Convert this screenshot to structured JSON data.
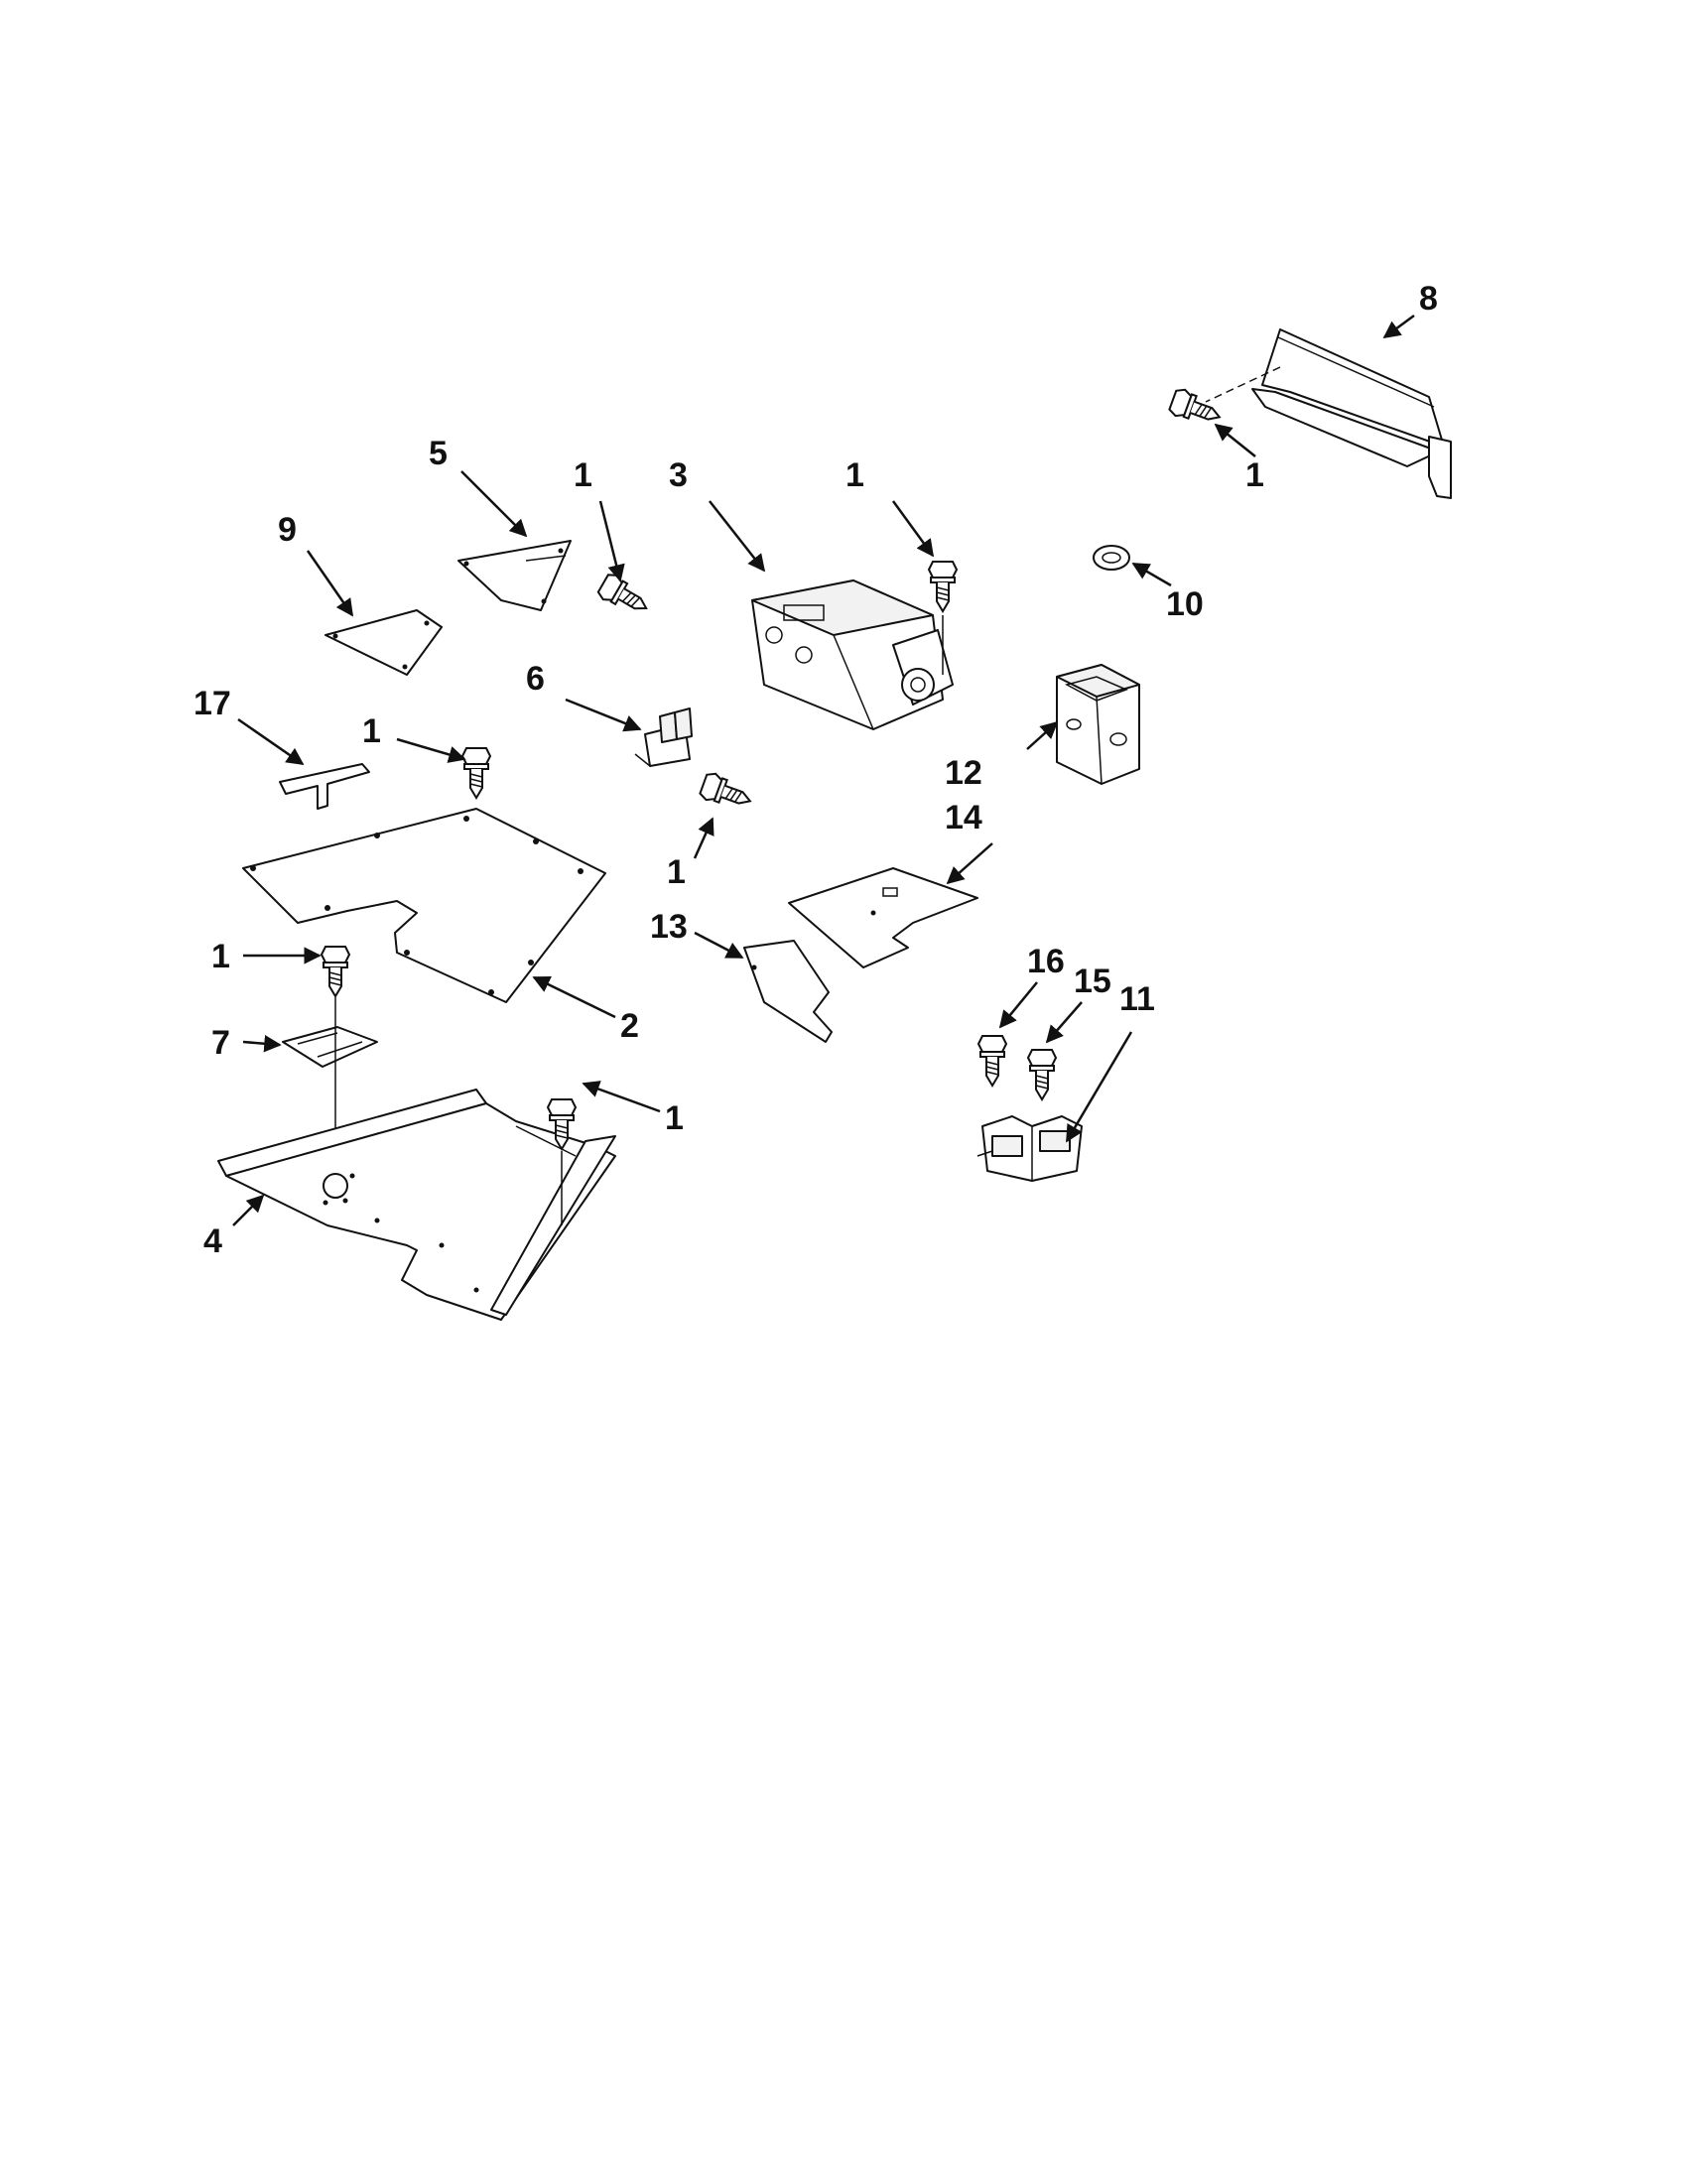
{
  "callouts": {
    "c1a": "1",
    "c1b": "1",
    "c1c": "1",
    "c1d": "1",
    "c1e": "1",
    "c1f": "1",
    "c1g": "1",
    "c2": "2",
    "c3": "3",
    "c4": "4",
    "c5": "5",
    "c6": "6",
    "c7": "7",
    "c8": "8",
    "c9": "9",
    "c10": "10",
    "c11": "11",
    "c12": "12",
    "c13": "13",
    "c14": "14",
    "c15": "15",
    "c16": "16",
    "c17": "17"
  }
}
